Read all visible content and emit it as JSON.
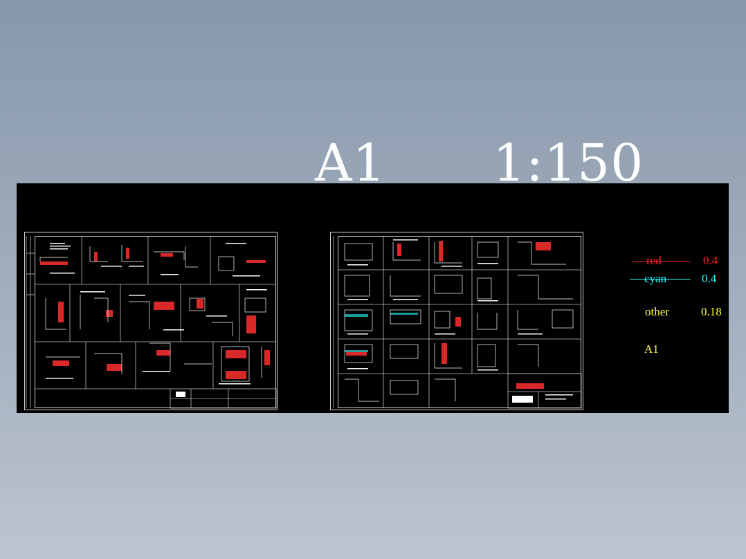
{
  "title": {
    "sheet_size": "A1",
    "scale": "1:150"
  },
  "legend": {
    "rows": [
      {
        "name": "red",
        "value": "0.4",
        "color": "#ff2020"
      },
      {
        "name": "cyan",
        "value": "0.4",
        "color": "#20ffff"
      },
      {
        "name": "other",
        "value": "0.18",
        "color": "#ffff30"
      }
    ],
    "sheet_label": "A1",
    "sheet_label_color": "#ffff30"
  },
  "colors": {
    "background_top": "#8797ab",
    "canvas": "#000000",
    "linework": "#ffffff",
    "hatch": "#ff3030"
  }
}
